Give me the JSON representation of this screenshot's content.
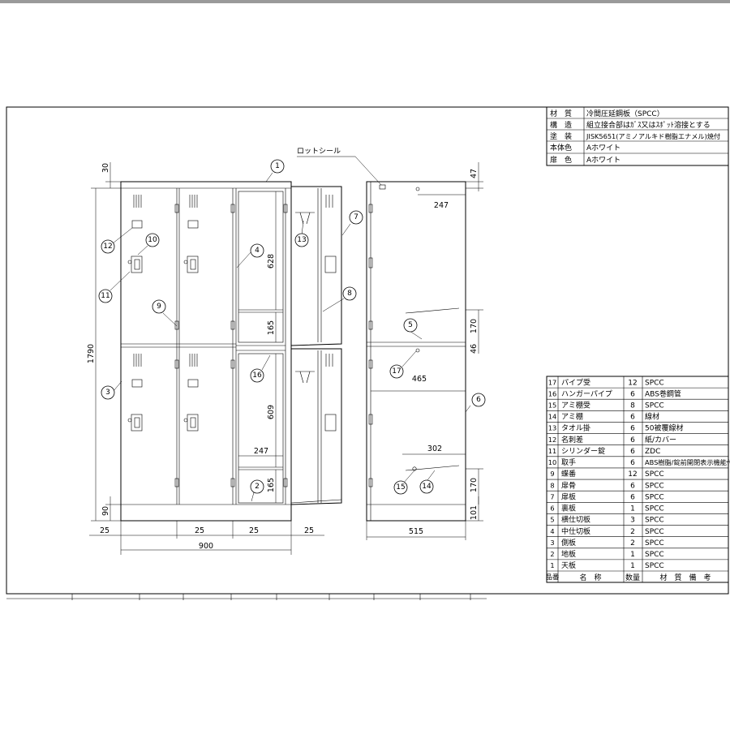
{
  "title_block": {
    "rows": [
      {
        "label": "材　質",
        "value": "冷間圧延鋼板（SPCC）"
      },
      {
        "label": "構　造",
        "value": "組立接合部はｶﾞｽ又はｽﾎﾟｯﾄ溶接とする"
      },
      {
        "label": "塗　装",
        "value": "JISK5651(アミノアルキド樹脂エナメル)焼付"
      },
      {
        "label": "本体色",
        "value": "Aホワイト"
      },
      {
        "label": "扉　色",
        "value": "Aホワイト"
      }
    ]
  },
  "callout_lot_seal": "ロットシール",
  "dimensions": {
    "top_gap": "30",
    "total_height": "1790",
    "base_height": "90",
    "upper_compartment": "628",
    "shelf_height_upper": "165",
    "lower_compartment": "609",
    "shelf_height_lower": "165",
    "shelf_width": "247",
    "pillar_1": "25",
    "pillar_2": "25",
    "pillar_3": "25",
    "pillar_4": "25",
    "total_width": "900",
    "side_top": "47",
    "side_shelf_depth": "247",
    "side_upper_shelf": "170",
    "side_partition": "46",
    "side_partition_depth": "465",
    "side_lower_shelf_depth": "302",
    "side_lower_shelf": "170",
    "side_base": "101",
    "total_depth": "515"
  },
  "balloons": {
    "b1": "1",
    "b2": "2",
    "b3": "3",
    "b4": "4",
    "b5": "5",
    "b6": "6",
    "b7": "7",
    "b8": "8",
    "b9": "9",
    "b10": "10",
    "b11": "11",
    "b12": "12",
    "b13": "13",
    "b14": "14",
    "b15": "15",
    "b16": "16",
    "b17": "17"
  },
  "parts_list": {
    "header": {
      "no": "品番",
      "name": "名　称",
      "qty": "数量",
      "material": "材　質　備　考"
    },
    "rows": [
      {
        "no": "17",
        "name": "パイプ受",
        "qty": "12",
        "material": "SPCC"
      },
      {
        "no": "16",
        "name": "ハンガーパイプ",
        "qty": "6",
        "material": "ABS巻鋼管"
      },
      {
        "no": "15",
        "name": "アミ棚受",
        "qty": "8",
        "material": "SPCC"
      },
      {
        "no": "14",
        "name": "アミ棚",
        "qty": "6",
        "material": "線材"
      },
      {
        "no": "13",
        "name": "タオル掛",
        "qty": "6",
        "material": "50被覆線材"
      },
      {
        "no": "12",
        "name": "名刺差",
        "qty": "6",
        "material": "紙/カバー"
      },
      {
        "no": "11",
        "name": "シリンダー錠",
        "qty": "6",
        "material": "ZDC"
      },
      {
        "no": "10",
        "name": "取手",
        "qty": "6",
        "material": "ABS樹脂/錠前開閉表示機能付"
      },
      {
        "no": "9",
        "name": "蝶番",
        "qty": "12",
        "material": "SPCC"
      },
      {
        "no": "8",
        "name": "扉骨",
        "qty": "6",
        "material": "SPCC"
      },
      {
        "no": "7",
        "name": "扉板",
        "qty": "6",
        "material": "SPCC"
      },
      {
        "no": "6",
        "name": "裏板",
        "qty": "1",
        "material": "SPCC"
      },
      {
        "no": "5",
        "name": "横仕切板",
        "qty": "3",
        "material": "SPCC"
      },
      {
        "no": "4",
        "name": "中仕切板",
        "qty": "2",
        "material": "SPCC"
      },
      {
        "no": "3",
        "name": "側板",
        "qty": "2",
        "material": "SPCC"
      },
      {
        "no": "2",
        "name": "地板",
        "qty": "1",
        "material": "SPCC"
      },
      {
        "no": "1",
        "name": "天板",
        "qty": "1",
        "material": "SPCC"
      }
    ]
  }
}
